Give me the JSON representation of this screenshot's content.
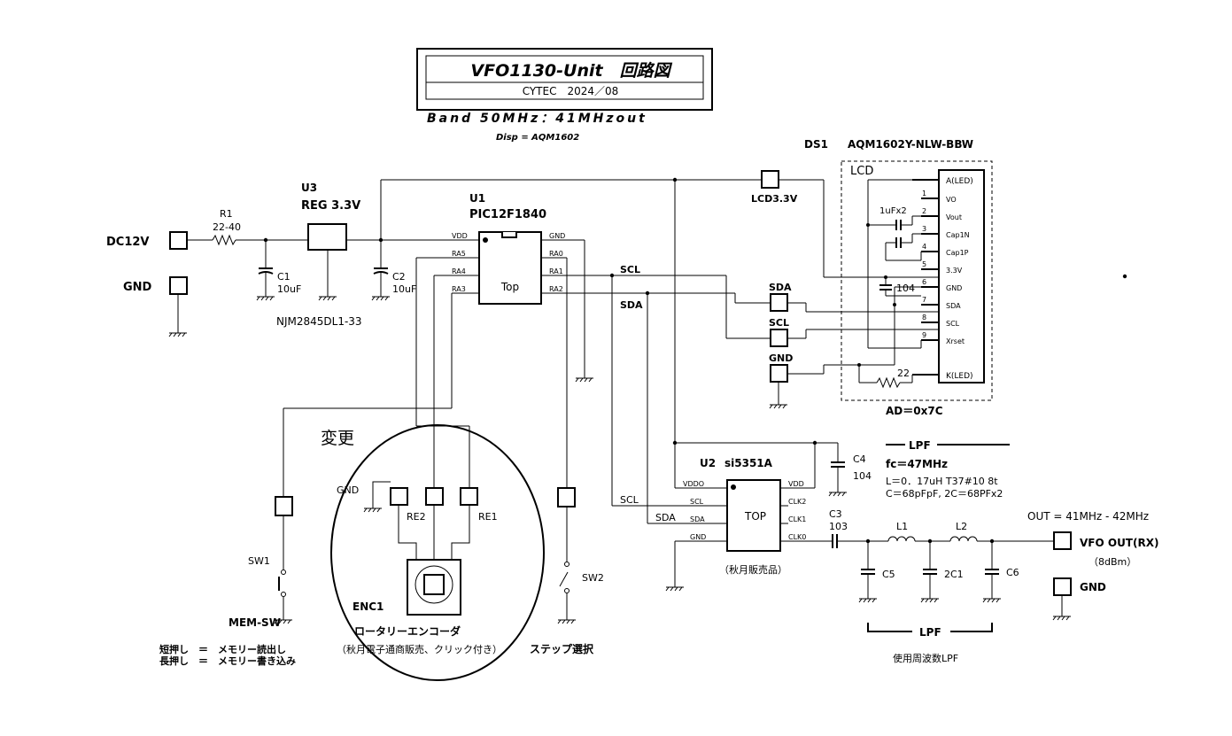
{
  "title": {
    "main": "VFO1130-Unit　回路図",
    "maker": "CYTEC　2024／08",
    "band": "Band  50MHz：41MHzout",
    "disp": "Disp = AQM1602"
  },
  "power": {
    "dc_label": "DC12V",
    "gnd_label": "GND",
    "r1_ref": "R1",
    "r1_val": "22-40",
    "c1_ref": "C1",
    "c1_val": "10uF",
    "c2_ref": "C2",
    "c2_val": "10uF",
    "u3_ref": "U3",
    "u3_val": "REG 3.3V",
    "u3_part": "NJM2845DL1-33"
  },
  "mcu": {
    "ref": "U1",
    "part": "PIC12F1840",
    "body": "Top",
    "pins_left": [
      "VDD",
      "RA5",
      "RA4",
      "RA3"
    ],
    "pins_right": [
      "GND",
      "RA0",
      "RA1",
      "RA2"
    ]
  },
  "bus": {
    "scl": "SCL",
    "sda": "SDA",
    "lcd33": "LCD3.3V",
    "sda_pad": "SDA",
    "scl_pad": "SCL",
    "gnd_pad": "GND"
  },
  "lcd": {
    "ref": "DS1",
    "part": "AQM1602Y-NLW-BBW",
    "label": "LCD",
    "cap_pair": "1uFx2",
    "cap_104": "104",
    "res_22": "22",
    "address": "AD＝0x7C",
    "pins": [
      {
        "num": "",
        "name": "A(LED)"
      },
      {
        "num": "1",
        "name": "VO"
      },
      {
        "num": "2",
        "name": "Vout"
      },
      {
        "num": "3",
        "name": "Cap1N"
      },
      {
        "num": "4",
        "name": "Cap1P"
      },
      {
        "num": "5",
        "name": "3.3V"
      },
      {
        "num": "6",
        "name": "GND"
      },
      {
        "num": "7",
        "name": "SDA"
      },
      {
        "num": "8",
        "name": "SCL"
      },
      {
        "num": "9",
        "name": "Xrset"
      },
      {
        "num": "",
        "name": "K(LED)"
      }
    ]
  },
  "clock": {
    "ref": "U2",
    "part": "si5351A",
    "body": "TOP",
    "pins_left": [
      "VDDO",
      "SCL",
      "SDA",
      "GND"
    ],
    "pins_right": [
      "VDD",
      "CLK2",
      "CLK1",
      "CLK0"
    ],
    "scl_label": "SCL",
    "sda_label": "SDA",
    "note": "（秋月販売品）",
    "c4_ref": "C4",
    "c4_val": "104",
    "c3_ref": "C3",
    "c3_val": "103"
  },
  "lpf_spec": {
    "heading": "LPF",
    "fc": "fc＝47MHz",
    "l": "L＝0．17uH T37#10  8t",
    "c": "C＝68pFpF,  2C＝68PFx2"
  },
  "output": {
    "range": "OUT = 41MHz - 42MHz",
    "vfo_out": "VFO OUT(RX)",
    "level": "（8dBm）",
    "gnd": "GND",
    "l1": "L1",
    "l2": "L2",
    "c5": "C5",
    "c21": "2C1",
    "c6": "C6",
    "lpf_label": "LPF",
    "lpf_desc": "使用周波数LPF"
  },
  "encoder": {
    "change": "変更",
    "gnd": "GND",
    "re2": "RE2",
    "re1": "RE1",
    "ref": "ENC1",
    "name": "ロータリーエンコーダ",
    "note": "（秋月電子通商販売、クリック付き）"
  },
  "switches": {
    "sw1": "SW1",
    "mem_sw": "MEM-SW",
    "short_press": "短押し　＝　メモリー読出し",
    "long_press": "長押し　＝　メモリー書き込み",
    "sw2": "SW2",
    "step": "ステップ選択"
  }
}
